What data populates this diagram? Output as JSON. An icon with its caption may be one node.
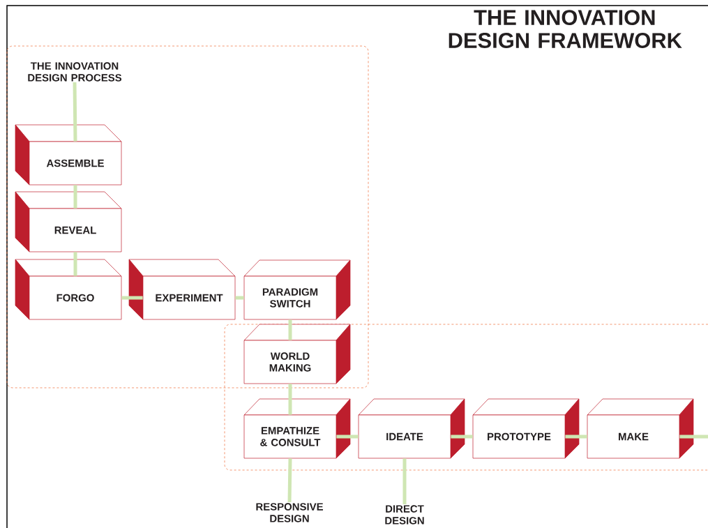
{
  "diagram": {
    "title": "THE INNOVATION DESIGN FRAMEWORK",
    "nodes": [
      {
        "text": [
          "THE INNOVATION DESIGN PROCESS"
        ]
      },
      {
        "text": [
          "ASSEMBLE"
        ]
      },
      {
        "text": [
          "REVEAL"
        ]
      },
      {
        "text": [
          "FORGO"
        ]
      },
      {
        "text": [
          "EXPERIMENT"
        ]
      },
      {
        "text": [
          "PARADIGM SWITCH"
        ]
      },
      {
        "text": [
          "WORLD MAKING"
        ]
      },
      {
        "text": [
          "EMPATHIZE & CONSULT"
        ]
      },
      {
        "text": [
          "IDEATE"
        ]
      },
      {
        "text": [
          "PROTOTYPE"
        ]
      },
      {
        "text": [
          "MAKE"
        ]
      },
      {
        "text": [
          "RESPONSIVE DESIGN"
        ]
      },
      {
        "text": [
          "DIRECT DESIGN"
        ]
      }
    ],
    "edges": [
      {
        "from": 0,
        "to": 1,
        "arrow": "none"
      },
      {
        "from": 1,
        "to": 2,
        "arrow": "none"
      },
      {
        "from": 2,
        "to": 3,
        "arrow": "none"
      },
      {
        "from": 3,
        "to": 4,
        "arrow": "none"
      },
      {
        "from": 4,
        "to": 5,
        "arrow": "none"
      },
      {
        "from": 5,
        "to": 6,
        "arrow": "none"
      },
      {
        "from": 6,
        "to": 7,
        "arrow": "none"
      },
      {
        "from": 7,
        "to": 11,
        "arrow": "none"
      },
      {
        "from": 7,
        "to": 8,
        "arrow": "none"
      },
      {
        "from": 8,
        "to": 9,
        "arrow": "none"
      },
      {
        "from": 9,
        "to": 10,
        "arrow": "none"
      },
      {
        "from": 10,
        "to": null,
        "arrow": "none"
      },
      {
        "from": 12,
        "to": 8,
        "arrow": "none"
      }
    ]
  }
}
